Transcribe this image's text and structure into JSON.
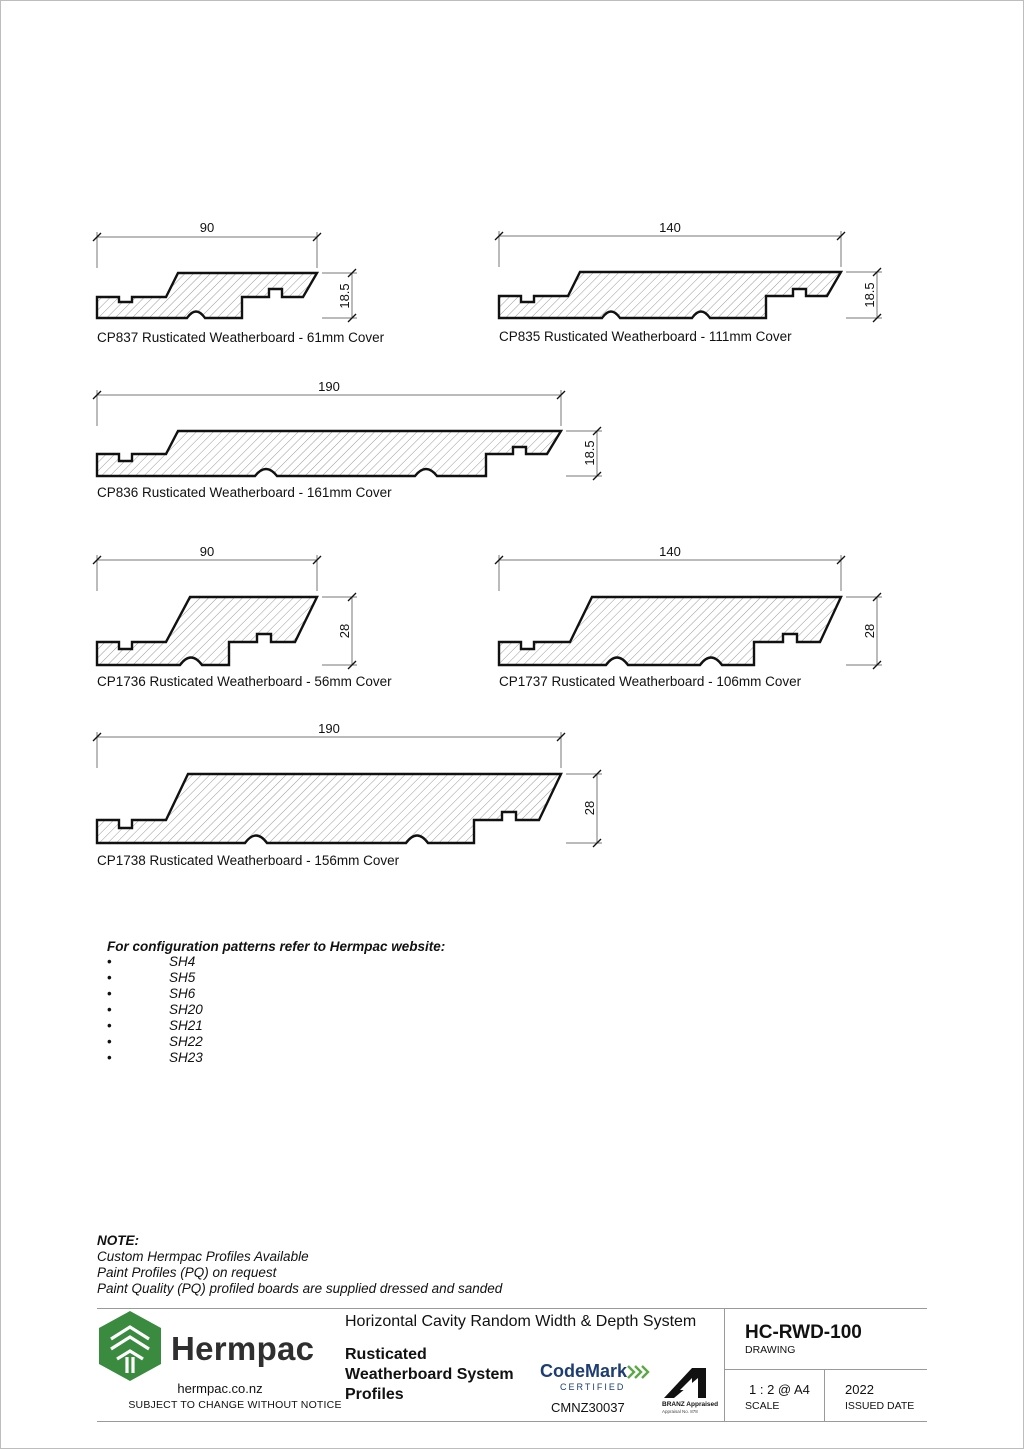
{
  "profiles": [
    {
      "id": "cp837",
      "caption": "CP837 Rusticated Weatherboard - 61mm Cover",
      "width_label": "90",
      "depth_label": "18.5"
    },
    {
      "id": "cp835",
      "caption": "CP835 Rusticated Weatherboard - 111mm Cover",
      "width_label": "140",
      "depth_label": "18.5"
    },
    {
      "id": "cp836",
      "caption": "CP836 Rusticated Weatherboard - 161mm Cover",
      "width_label": "190",
      "depth_label": "18.5"
    },
    {
      "id": "cp1736",
      "caption": "CP1736 Rusticated Weatherboard - 56mm Cover",
      "width_label": "90",
      "depth_label": "28"
    },
    {
      "id": "cp1737",
      "caption": "CP1737 Rusticated Weatherboard - 106mm Cover",
      "width_label": "140",
      "depth_label": "28"
    },
    {
      "id": "cp1738",
      "caption": "CP1738 Rusticated Weatherboard - 156mm Cover",
      "width_label": "190",
      "depth_label": "28"
    }
  ],
  "config": {
    "heading": "For configuration patterns refer to Hermpac website:",
    "bullet": "•",
    "items": [
      "SH4",
      "SH5",
      "SH6",
      "SH20",
      "SH21",
      "SH22",
      "SH23"
    ]
  },
  "note": {
    "heading": "NOTE:",
    "lines": [
      "Custom Hermpac Profiles Available",
      "Paint Profiles (PQ) on request",
      "Paint Quality (PQ) profiled boards are supplied dressed and sanded"
    ]
  },
  "title_block": {
    "brand": "Hermpac",
    "website": "hermpac.co.nz",
    "disclaimer": "SUBJECT TO CHANGE WITHOUT NOTICE",
    "system_title": "Horizontal Cavity Random Width & Depth System",
    "drawing_title": [
      "Rusticated",
      "Weatherboard System",
      "Profiles"
    ],
    "codemark_word": "CodeMark",
    "codemark_certified": "CERTIFIED",
    "codemark_number": "CMNZ30037",
    "branz_label": "BRANZ Appraised",
    "branz_sub": "Appraisal No. 878",
    "drawing_number": "HC-RWD-100",
    "drawing_label": "DRAWING",
    "scale_value": "1 : 2 @ A4",
    "scale_label": "SCALE",
    "issued_value": "2022",
    "issued_label": "ISSUED DATE",
    "colors": {
      "logo_green": "#3a8a3f",
      "codemark_blue": "#1d3d73",
      "codemark_green": "#5aa844"
    }
  }
}
